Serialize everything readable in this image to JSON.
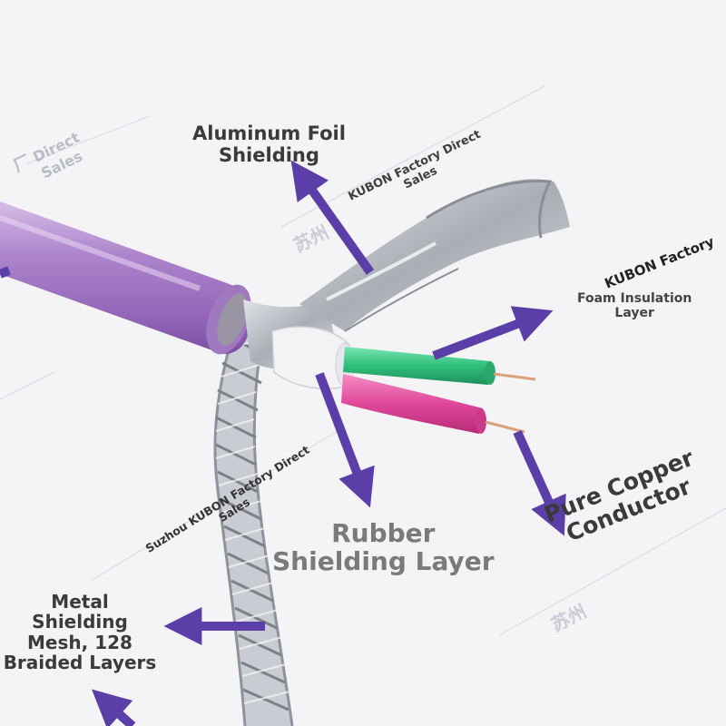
{
  "labels": {
    "aluminum_foil": [
      "Aluminum Foil",
      "Shielding"
    ],
    "foam_insulation": [
      "Foam Insulation",
      "Layer"
    ],
    "rubber_shielding": [
      "Rubber",
      "Shielding Layer"
    ],
    "pure_copper": [
      "Pure Copper",
      "Conductor"
    ],
    "metal_mesh": [
      "Metal",
      "Shielding",
      "Mesh, 128",
      "Braided Layers"
    ]
  },
  "watermarks": {
    "top_left": [
      "Direct",
      "Sales"
    ],
    "top_left_glyph": "厂",
    "top_center": [
      "KUBON Factory Direct",
      "Sales"
    ],
    "right": "KUBON Factory",
    "middle": [
      "Suzhou KUBON Factory Direct",
      "Sales"
    ],
    "chinese_top": "苏州",
    "chinese_bottom": "苏州"
  },
  "colors": {
    "background": "#f4f4f7",
    "jacket": "#a77fc6",
    "arrow": "#5b3ea8",
    "foil": "#b8bcc3",
    "green_wire": "#2fbf7a",
    "pink_wire": "#e0479a",
    "copper": "#d9a27a",
    "label_text": "#3a3a3a",
    "rubber_text": "#7a7a7a",
    "watermark": "#b4b8c4"
  }
}
